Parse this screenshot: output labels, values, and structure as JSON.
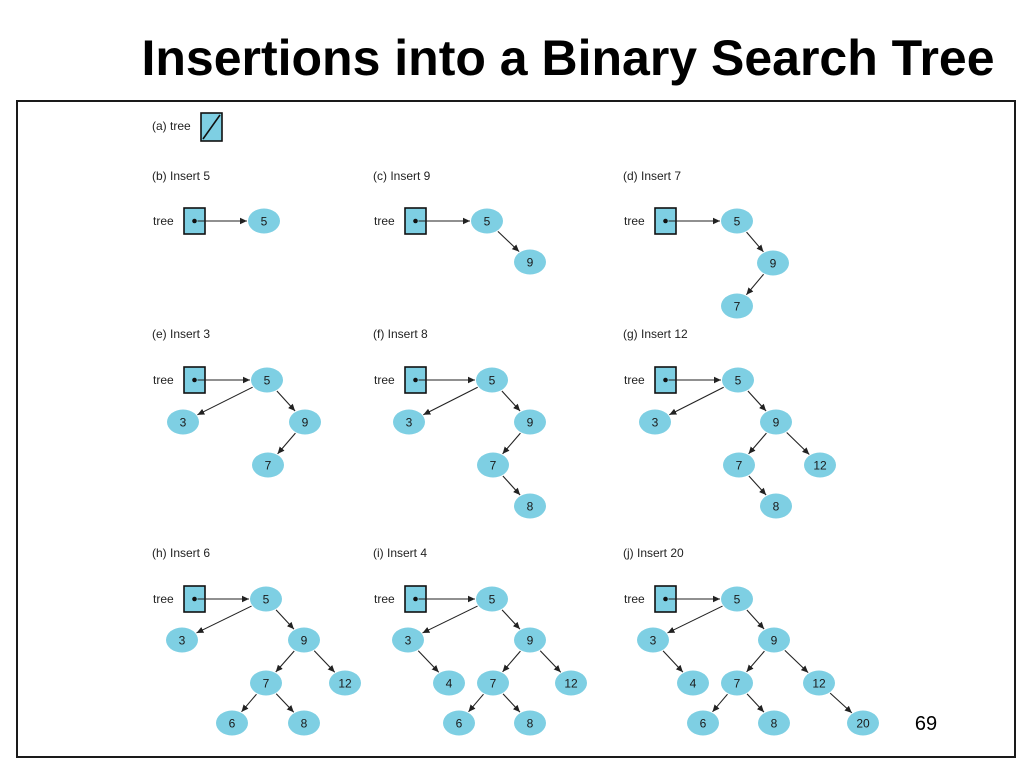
{
  "slide": {
    "title": "Insertions into a Binary Search Tree",
    "page_number": "69"
  },
  "colors": {
    "node_fill": "#7ecfe3",
    "edge": "#222222",
    "frame": "#1a1a1a"
  },
  "pointer_label": "tree",
  "panels": [
    {
      "id": "a",
      "label": "(a) tree",
      "empty": true,
      "nodes": [],
      "edges": []
    },
    {
      "id": "b",
      "label": "(b) Insert 5",
      "empty": false,
      "nodes": [
        "5"
      ],
      "edges": []
    },
    {
      "id": "c",
      "label": "(c) Insert 9",
      "empty": false,
      "nodes": [
        "5",
        "9"
      ],
      "edges": [
        [
          "5",
          "9"
        ]
      ]
    },
    {
      "id": "d",
      "label": "(d) Insert 7",
      "empty": false,
      "nodes": [
        "5",
        "9",
        "7"
      ],
      "edges": [
        [
          "5",
          "9"
        ],
        [
          "9",
          "7"
        ]
      ]
    },
    {
      "id": "e",
      "label": "(e) Insert 3",
      "empty": false,
      "nodes": [
        "5",
        "3",
        "9",
        "7"
      ],
      "edges": [
        [
          "5",
          "3"
        ],
        [
          "5",
          "9"
        ],
        [
          "9",
          "7"
        ]
      ]
    },
    {
      "id": "f",
      "label": "(f) Insert 8",
      "empty": false,
      "nodes": [
        "5",
        "3",
        "9",
        "7",
        "8"
      ],
      "edges": [
        [
          "5",
          "3"
        ],
        [
          "5",
          "9"
        ],
        [
          "9",
          "7"
        ],
        [
          "7",
          "8"
        ]
      ]
    },
    {
      "id": "g",
      "label": "(g) Insert 12",
      "empty": false,
      "nodes": [
        "5",
        "3",
        "9",
        "7",
        "12",
        "8"
      ],
      "edges": [
        [
          "5",
          "3"
        ],
        [
          "5",
          "9"
        ],
        [
          "9",
          "7"
        ],
        [
          "9",
          "12"
        ],
        [
          "7",
          "8"
        ]
      ]
    },
    {
      "id": "h",
      "label": "(h) Insert 6",
      "empty": false,
      "nodes": [
        "5",
        "3",
        "9",
        "7",
        "12",
        "6",
        "8"
      ],
      "edges": [
        [
          "5",
          "3"
        ],
        [
          "5",
          "9"
        ],
        [
          "9",
          "7"
        ],
        [
          "9",
          "12"
        ],
        [
          "7",
          "6"
        ],
        [
          "7",
          "8"
        ]
      ]
    },
    {
      "id": "i",
      "label": "(i) Insert 4",
      "empty": false,
      "nodes": [
        "5",
        "3",
        "9",
        "4",
        "7",
        "12",
        "6",
        "8"
      ],
      "edges": [
        [
          "5",
          "3"
        ],
        [
          "5",
          "9"
        ],
        [
          "3",
          "4"
        ],
        [
          "9",
          "7"
        ],
        [
          "9",
          "12"
        ],
        [
          "7",
          "6"
        ],
        [
          "7",
          "8"
        ]
      ]
    },
    {
      "id": "j",
      "label": "(j) Insert 20",
      "empty": false,
      "nodes": [
        "5",
        "3",
        "9",
        "4",
        "7",
        "12",
        "6",
        "8",
        "20"
      ],
      "edges": [
        [
          "5",
          "3"
        ],
        [
          "5",
          "9"
        ],
        [
          "3",
          "4"
        ],
        [
          "9",
          "7"
        ],
        [
          "9",
          "12"
        ],
        [
          "7",
          "6"
        ],
        [
          "7",
          "8"
        ],
        [
          "12",
          "20"
        ]
      ]
    }
  ]
}
